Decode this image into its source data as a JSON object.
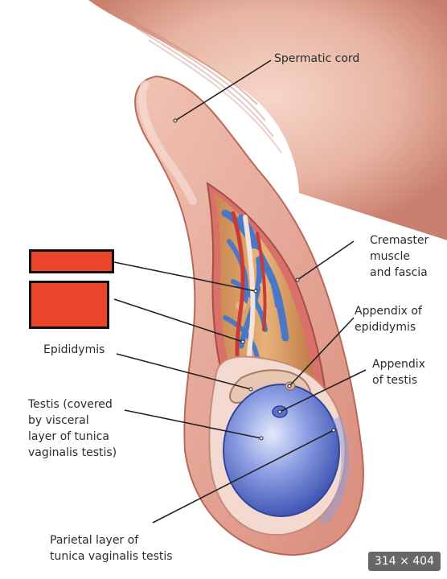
{
  "labels": {
    "spermatic_cord": "Spermatic cord",
    "cremaster": "Cremaster\nmuscle\nand fascia",
    "appendix_epididymis": "Appendix of\nepididymis",
    "appendix_testis": "Appendix\nof testis",
    "epididymis": "Epididymis",
    "testis": "Testis (covered\nby visceral\nlayer of tunica\nvaginalis testis)",
    "parietal": "Parietal layer of\ntunica vaginalis testis"
  },
  "image_dims": "314 × 404",
  "colors": {
    "redaction_fill": "#e8452b",
    "skin": "#e9b5a3",
    "vein": "#4a78c6",
    "artery": "#c83a3a",
    "testis": "#6f86d8"
  }
}
